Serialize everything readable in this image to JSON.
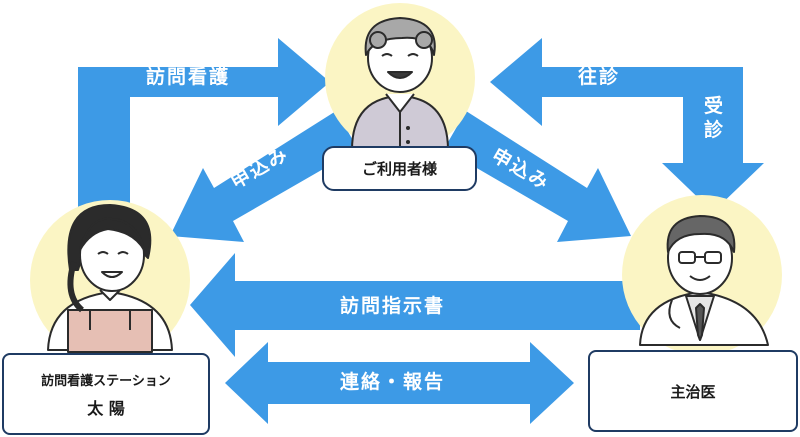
{
  "arrows": {
    "nurse_to_user": "訪問看護",
    "doctor_visit": "往診",
    "clinic_visit": "受診",
    "apply_left": "申込み",
    "apply_right": "申込み",
    "instruction": "訪問指示書",
    "contact_report": "連絡・報告"
  },
  "nodes": {
    "user": {
      "label": "ご利用者様"
    },
    "station": {
      "line1": "訪問看護ステーション",
      "line2": "太 陽"
    },
    "doctor": {
      "label": "主治医"
    }
  },
  "colors": {
    "arrow": "#3d9ae6",
    "circle_bg": "#fbf5c4",
    "box_border": "#1f3b63"
  }
}
